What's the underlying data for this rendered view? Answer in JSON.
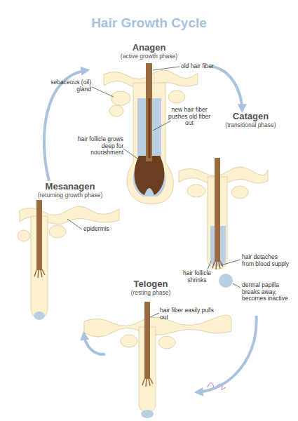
{
  "diagram": {
    "title": "Hair Growth Cycle",
    "nodes": [
      {
        "text": [
          "Anagen",
          "(active growth phase)"
        ]
      },
      {
        "text": [
          "Catagen",
          "(transitional phase)"
        ]
      },
      {
        "text": [
          "Mesanagen",
          "(returning growth phase)"
        ]
      },
      {
        "text": [
          "Telogen",
          "(resting phase)"
        ]
      }
    ],
    "edges": [
      {
        "from": 0,
        "to": 1,
        "arrow": "to"
      },
      {
        "from": 1,
        "to": 3,
        "arrow": "to"
      },
      {
        "from": 3,
        "to": 2,
        "arrow": "to"
      },
      {
        "from": 2,
        "to": 0,
        "arrow": "to"
      }
    ],
    "labels": [
      "sebaceous (oil) gland",
      "old hair fiber",
      "new hair fiber pushes old fiber out",
      "hair follicle grows deep for nourishment",
      "epidermis",
      "hair follicle shrinks",
      "hair detaches from blood supply",
      "dermal papilla breaks away, becomes inactive",
      "hair fiber easily pulls out"
    ]
  }
}
